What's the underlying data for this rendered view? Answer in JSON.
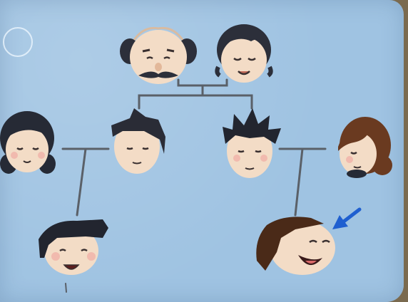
{
  "diagram": {
    "type": "family-tree",
    "members": [
      {
        "id": "grandfather",
        "icon": "grandfather-face-icon",
        "generation": 1
      },
      {
        "id": "grandmother",
        "icon": "grandmother-face-icon",
        "generation": 1
      },
      {
        "id": "aunt",
        "icon": "woman-short-hair-face-icon",
        "generation": 2
      },
      {
        "id": "son-1",
        "icon": "man-face-icon",
        "generation": 2
      },
      {
        "id": "son-2",
        "icon": "man-spiky-hair-face-icon",
        "generation": 2
      },
      {
        "id": "daughter-in-law",
        "icon": "woman-brown-hair-face-icon",
        "generation": 2
      },
      {
        "id": "grandchild-1",
        "icon": "laughing-boy-face-icon",
        "generation": 3
      },
      {
        "id": "grandchild-2",
        "icon": "laughing-girl-face-icon",
        "generation": 3,
        "highlighted": true
      }
    ],
    "relations": [
      {
        "type": "couple",
        "members": [
          "grandfather",
          "grandmother"
        ]
      },
      {
        "type": "parent-child",
        "parents": [
          "grandfather",
          "grandmother"
        ],
        "children": [
          "son-1",
          "son-2"
        ]
      },
      {
        "type": "couple",
        "members": [
          "aunt",
          "son-1"
        ]
      },
      {
        "type": "couple",
        "members": [
          "son-2",
          "daughter-in-law"
        ]
      },
      {
        "type": "parent-child",
        "parents": [
          "aunt",
          "son-1"
        ],
        "children": [
          "grandchild-1"
        ]
      },
      {
        "type": "parent-child",
        "parents": [
          "son-2",
          "daughter-in-law"
        ],
        "children": [
          "grandchild-2"
        ]
      }
    ],
    "marker": {
      "icon": "arrow-pointer-icon",
      "target": "grandchild-2"
    }
  },
  "colors": {
    "background": "#9fc3e2",
    "lines": "#5a6068",
    "skin": "#f3dcc6",
    "hair_dark": "#262a35",
    "hair_brown": "#6a3a20",
    "arrow": "#1f5fd0"
  }
}
